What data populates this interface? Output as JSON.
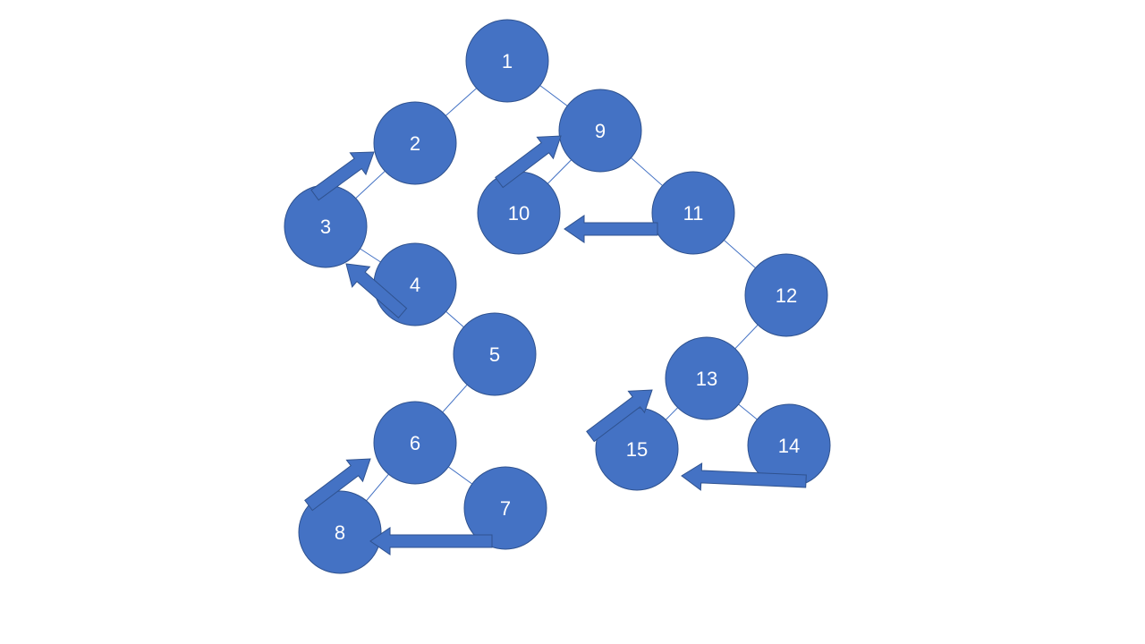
{
  "diagram": {
    "colors": {
      "node_fill": "#4472C4",
      "node_stroke": "#2F528F",
      "edge": "#4472C4",
      "arrow_fill": "#4472C4",
      "arrow_stroke": "#2F528F",
      "label": "#FFFFFF",
      "background": "#FFFFFF"
    },
    "nodes": [
      {
        "id": "1",
        "label": "1"
      },
      {
        "id": "2",
        "label": "2"
      },
      {
        "id": "3",
        "label": "3"
      },
      {
        "id": "4",
        "label": "4"
      },
      {
        "id": "5",
        "label": "5"
      },
      {
        "id": "6",
        "label": "6"
      },
      {
        "id": "7",
        "label": "7"
      },
      {
        "id": "8",
        "label": "8"
      },
      {
        "id": "9",
        "label": "9"
      },
      {
        "id": "10",
        "label": "10"
      },
      {
        "id": "11",
        "label": "11"
      },
      {
        "id": "12",
        "label": "12"
      },
      {
        "id": "13",
        "label": "13"
      },
      {
        "id": "14",
        "label": "14"
      },
      {
        "id": "15",
        "label": "15"
      }
    ],
    "edges": [
      {
        "from": "1",
        "to": "2"
      },
      {
        "from": "1",
        "to": "9"
      },
      {
        "from": "2",
        "to": "3"
      },
      {
        "from": "3",
        "to": "4"
      },
      {
        "from": "4",
        "to": "5"
      },
      {
        "from": "5",
        "to": "6"
      },
      {
        "from": "6",
        "to": "8"
      },
      {
        "from": "6",
        "to": "7"
      },
      {
        "from": "9",
        "to": "10"
      },
      {
        "from": "9",
        "to": "11"
      },
      {
        "from": "11",
        "to": "12"
      },
      {
        "from": "12",
        "to": "13"
      },
      {
        "from": "13",
        "to": "15"
      },
      {
        "from": "13",
        "to": "14"
      }
    ],
    "arrows": [
      {
        "from": "3",
        "to": "2"
      },
      {
        "from": "4",
        "to": "3"
      },
      {
        "from": "8",
        "to": "6"
      },
      {
        "from": "7",
        "to": "8"
      },
      {
        "from": "10",
        "to": "9"
      },
      {
        "from": "11",
        "to": "10"
      },
      {
        "from": "15",
        "to": "13"
      },
      {
        "from": "14",
        "to": "15"
      }
    ]
  }
}
